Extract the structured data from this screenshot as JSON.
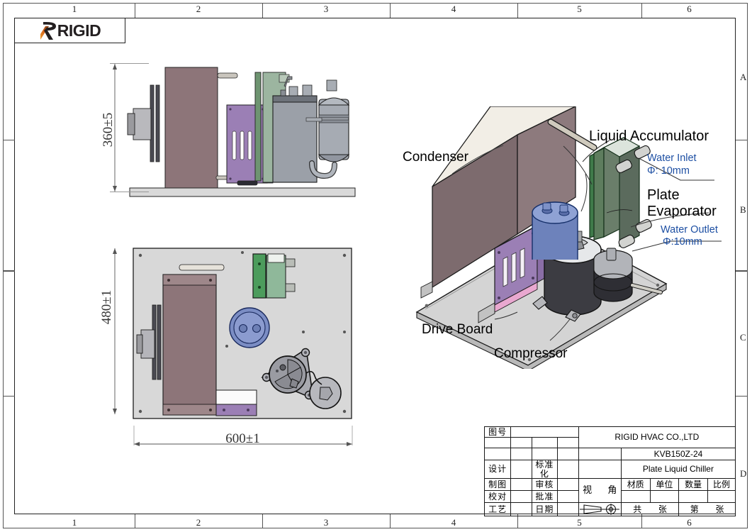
{
  "sheet": {
    "logo_text": "RIGID",
    "logo_accent_color": "#e87722",
    "zone_columns": [
      "1",
      "2",
      "3",
      "4",
      "5",
      "6"
    ],
    "zone_rows": [
      "A",
      "B",
      "C",
      "D"
    ]
  },
  "views": {
    "front_view": {
      "dimension_height": "360±5"
    },
    "top_view": {
      "dimension_height": "480±1",
      "dimension_width": "600±1"
    },
    "iso_view": {
      "labels": {
        "condenser": "Condenser",
        "liquid_accumulator": "Liquid Accumulator",
        "water_inlet": "Water Inlet",
        "water_inlet_dia": "Φ: 10mm",
        "plate_evaporator_line1": "Plate",
        "plate_evaporator_line2": "Evaporator",
        "water_outlet": "Water Outlet",
        "water_outlet_dia": "Φ:10mm",
        "drive_board": "Drive Board",
        "compressor": "Compressor"
      }
    }
  },
  "title_block": {
    "drawing_no_label": "图号",
    "company": "RIGID HVAC CO.,LTD",
    "model": "KVB150Z-24",
    "product_name": "Plate Liquid Chiller",
    "design": "设计",
    "standardization": "标准化",
    "drawn": "制图",
    "checked": "审核",
    "proofread": "校对",
    "approved": "批准",
    "process": "工艺",
    "date": "日期",
    "view_angle_1": "视",
    "view_angle_2": "角",
    "material": "材质",
    "unit": "单位",
    "quantity": "数量",
    "scale": "比例",
    "total_1": "共",
    "total_2": "张",
    "sheet_1": "第",
    "sheet_2": "张"
  },
  "colors": {
    "condenser_face": "#7d6b6e",
    "condenser_top": "#f2eee6",
    "drive_board": "#9b7fb5",
    "evaporator": "#5e7d5e",
    "accumulator_blue": "#6d82bb",
    "compressor_gray": "#3c3c42",
    "base_plate": "#d2d2d2",
    "blue_text": "#1d4fa3"
  }
}
